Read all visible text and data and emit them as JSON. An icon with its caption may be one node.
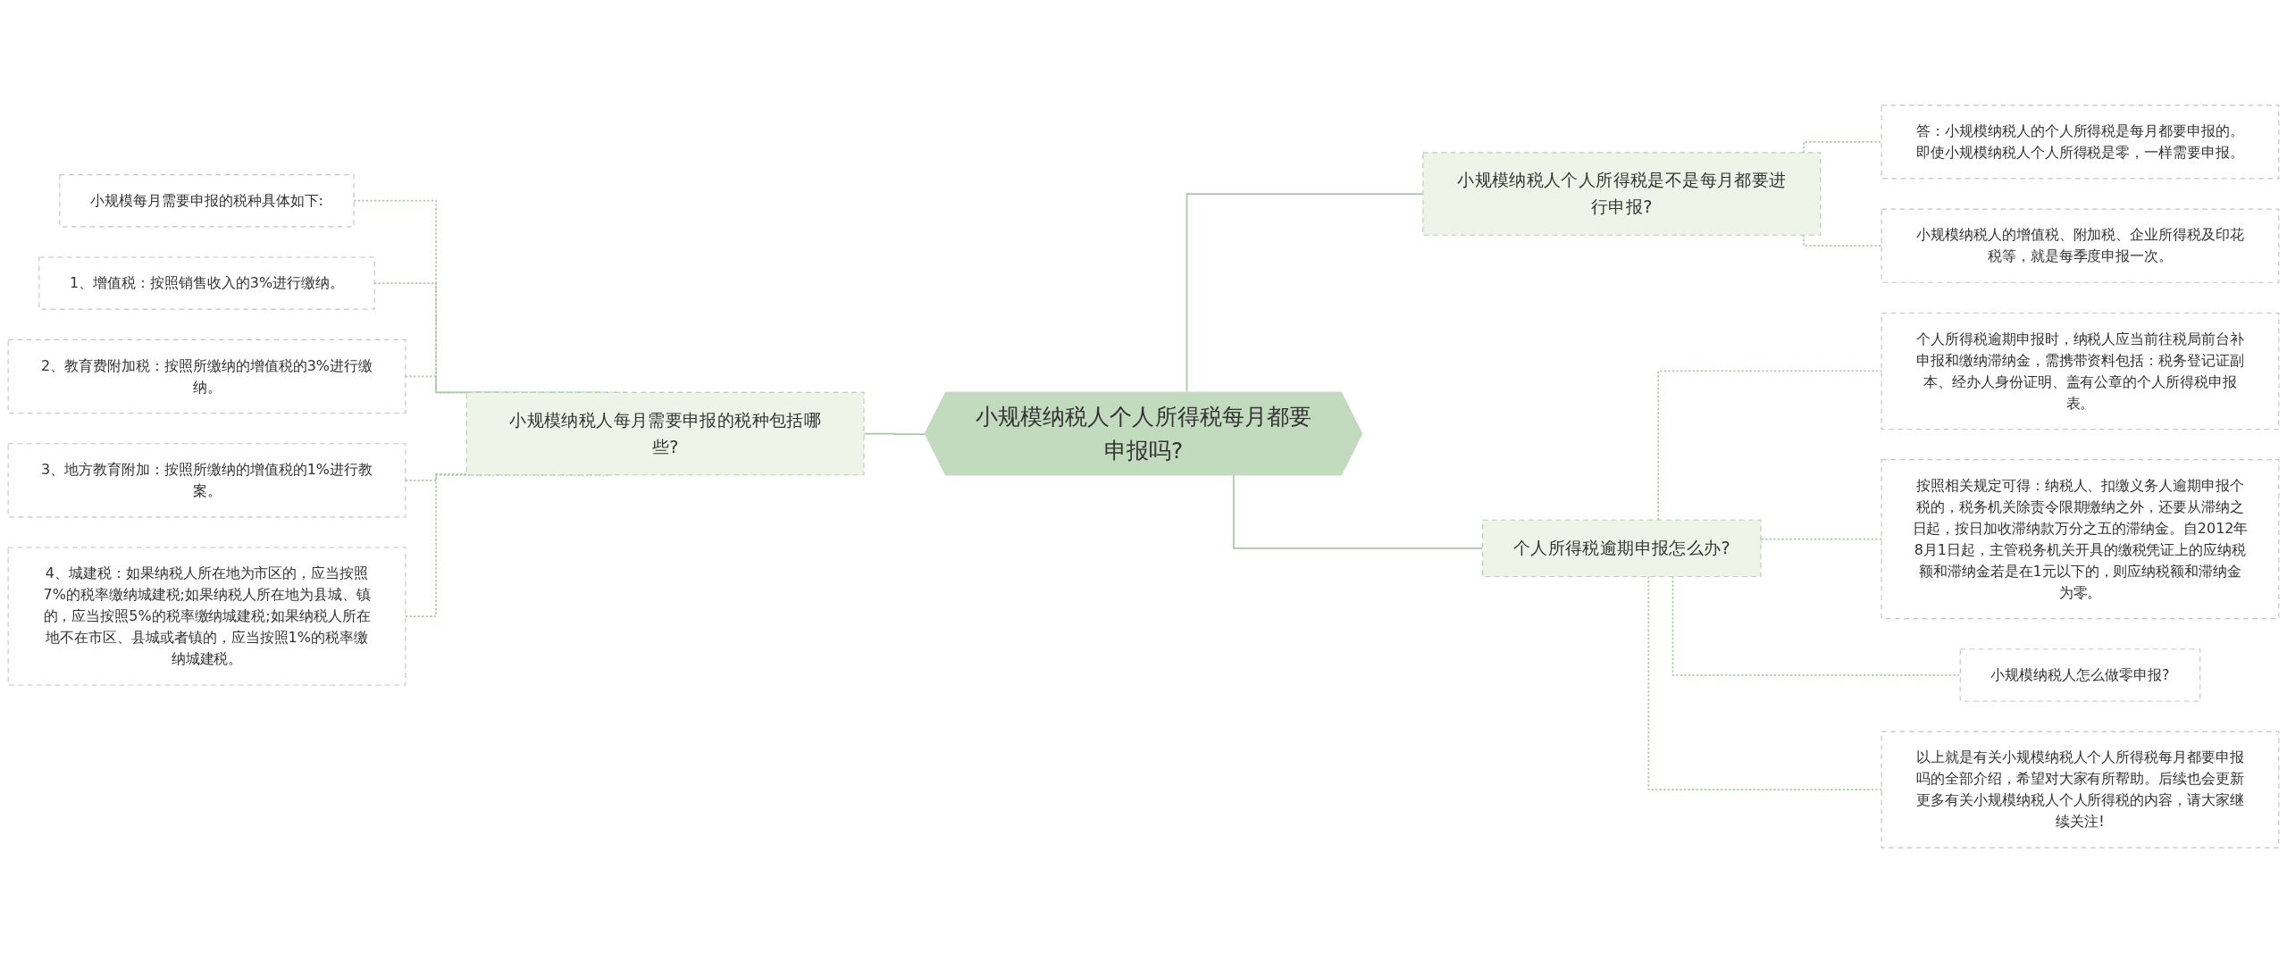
{
  "diagram": {
    "nodes": [
      {
        "text": [
          "小规模纳税人个人所得税每月都要申报吗?"
        ]
      },
      {
        "text": [
          "小规模纳税人每月需要申报的税种包括哪些?"
        ]
      },
      {
        "text": [
          "小规模每月需要申报的税种具体如下:"
        ]
      },
      {
        "text": [
          "1、增值税：按照销售收入的3%进行缴纳。"
        ]
      },
      {
        "text": [
          "2、教育费附加税：按照所缴纳的增值税的3%进行缴纳。"
        ]
      },
      {
        "text": [
          "3、地方教育附加：按照所缴纳的增值税的1%进行教案。"
        ]
      },
      {
        "text": [
          "4、城建税：如果纳税人所在地为市区的，应当按照7%的税率缴纳城建税;如果纳税人所在地为县城、镇的，应当按照5%的税率缴纳城建税;如果纳税人所在地不在市区、县城或者镇的，应当按照1%的税率缴纳城建税。"
        ]
      },
      {
        "text": [
          "小规模纳税人个人所得税是不是每月都要进行申报?"
        ]
      },
      {
        "text": [
          "答：小规模纳税人的个人所得税是每月都要申报的。即使小规模纳税人个人所得税是零，一样需要申报。"
        ]
      },
      {
        "text": [
          "小规模纳税人的增值税、附加税、企业所得税及印花税等，就是每季度申报一次。"
        ]
      },
      {
        "text": [
          "个人所得税逾期申报怎么办?"
        ]
      },
      {
        "text": [
          "个人所得税逾期申报时，纳税人应当前往税局前台补申报和缴纳滞纳金，需携带资料包括：税务登记证副本、经办人身份证明、盖有公章的个人所得税申报表。"
        ]
      },
      {
        "text": [
          "按照相关规定可得：纳税人、扣缴义务人逾期申报个税的，税务机关除责令限期缴纳之外，还要从滞纳之日起，按日加收滞纳款万分之五的滞纳金。自2012年8月1日起，主管税务机关开具的缴税凭证上的应纳税额和滞纳金若是在1元以下的，则应纳税额和滞纳金为零。"
        ]
      },
      {
        "text": [
          "小规模纳税人怎么做零申报?"
        ]
      },
      {
        "text": [
          "以上就是有关小规模纳税人个人所得税每月都要申报吗的全部介绍，希望对大家有所帮助。后续也会更新更多有关小规模纳税人个人所得税的内容，请大家继续关注!"
        ]
      }
    ],
    "edges": [
      {
        "from": 2,
        "to": 1,
        "arrow": "none",
        "style": "dashed"
      },
      {
        "from": 3,
        "to": 1,
        "arrow": "none",
        "style": "dashed"
      },
      {
        "from": 4,
        "to": 1,
        "arrow": "none",
        "style": "dashed"
      },
      {
        "from": 5,
        "to": 1,
        "arrow": "none",
        "style": "dashed"
      },
      {
        "from": 6,
        "to": 1,
        "arrow": "none",
        "style": "dashed"
      },
      {
        "from": 1,
        "to": 0,
        "arrow": "none"
      },
      {
        "from": 0,
        "to": 7,
        "arrow": "none"
      },
      {
        "from": 0,
        "to": 10,
        "arrow": "none"
      },
      {
        "from": 7,
        "to": 8,
        "arrow": "none",
        "style": "dashed"
      },
      {
        "from": 7,
        "to": 9,
        "arrow": "none",
        "style": "dashed"
      },
      {
        "from": 10,
        "to": 11,
        "arrow": "none",
        "style": "dashed"
      },
      {
        "from": 10,
        "to": 12,
        "arrow": "none",
        "style": "dashed"
      },
      {
        "from": 10,
        "to": 13,
        "arrow": "none",
        "style": "dashed"
      },
      {
        "from": 10,
        "to": 14,
        "arrow": "none",
        "style": "dashed"
      }
    ]
  }
}
